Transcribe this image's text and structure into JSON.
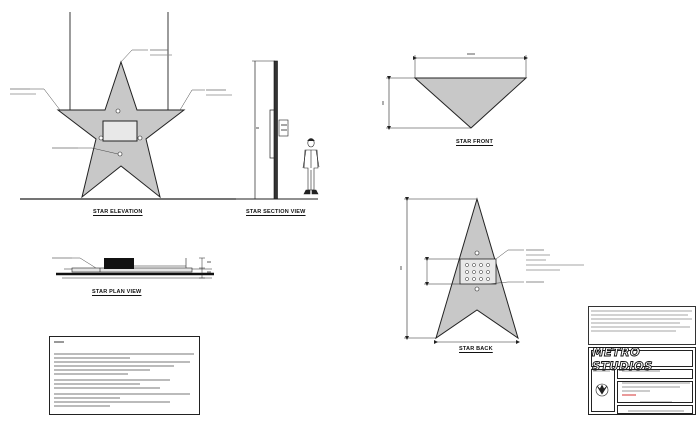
{
  "sheet": {
    "views": {
      "elevation": "STAR ELEVATION",
      "section": "STAR SECTION VIEW",
      "plan": "STAR PLAN VIEW",
      "front": "STAR FRONT",
      "back": "STAR BACK"
    },
    "title_block": {
      "brand": "METRO STUDIOS"
    }
  }
}
